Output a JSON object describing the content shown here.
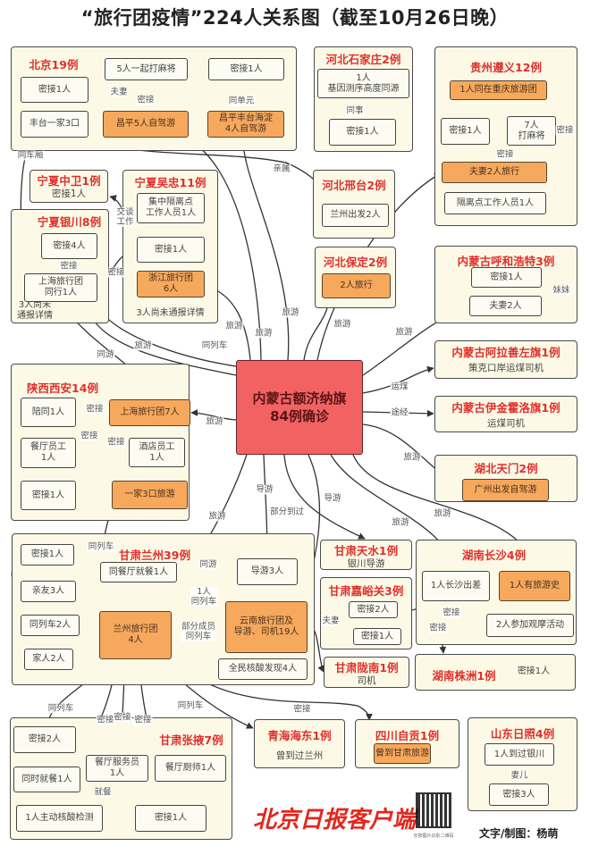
{
  "title": "“旅行团疫情”224人关系图（截至10月26日晚）",
  "center": {
    "line1": "内蒙古额济纳旗",
    "line2": "84例确诊"
  },
  "groups": [
    {
      "title": "北京19例",
      "nodes": [
        {
          "text": "5人一起打麻将"
        },
        {
          "text": "密接1人"
        },
        {
          "text": "密接1人"
        },
        {
          "text": "丰台一家3口"
        },
        {
          "text": "昌平5人自驾游",
          "orange": true
        },
        {
          "text": "昌平丰台海淀\n4人自驾游",
          "orange": true
        }
      ]
    },
    {
      "title": "宁夏中卫1例",
      "sub": "密接1人",
      "nodes": []
    },
    {
      "title": "宁夏吴忠11例",
      "notes": [
        "3人尚未通报详情"
      ],
      "nodes": [
        {
          "text": "集中隔离点\n工作人员1人"
        },
        {
          "text": "密接1人"
        },
        {
          "text": "浙江旅行团\n6人",
          "orange": true
        }
      ]
    },
    {
      "title": "宁夏银川8例",
      "notes": [
        "3人尚未\n通报详情"
      ],
      "nodes": [
        {
          "text": "密接4人"
        },
        {
          "text": "上海旅行团\n同行1人"
        }
      ]
    },
    {
      "title": "河北石家庄2例",
      "nodes": [
        {
          "text": "1人\n基因测序高度同源"
        },
        {
          "text": "密接1人"
        }
      ]
    },
    {
      "title": "河北邢台2例",
      "nodes": [
        {
          "text": "兰州出发2人"
        }
      ]
    },
    {
      "title": "河北保定2例",
      "nodes": [
        {
          "text": "2人旅行",
          "orange": true
        }
      ]
    },
    {
      "title": "贵州遵义12例",
      "nodes": [
        {
          "text": "1人同在重庆旅游团",
          "orange": true
        },
        {
          "text": "密接1人"
        },
        {
          "text": "7人\n打麻将"
        },
        {
          "text": "夫妻2人旅行",
          "orange": true
        },
        {
          "text": "隔离点工作人员1人"
        }
      ]
    },
    {
      "title": "内蒙古呼和浩特3例",
      "nodes": [
        {
          "text": "密接1人"
        },
        {
          "text": "夫妻2人"
        }
      ]
    },
    {
      "title": "内蒙古阿拉善左旗1例",
      "sub": "策克口岸运煤司机",
      "nodes": []
    },
    {
      "title": "内蒙古伊金霍洛旗1例",
      "sub": "运煤司机",
      "nodes": []
    },
    {
      "title": "湖北天门2例",
      "nodes": [
        {
          "text": "广州出发自驾游",
          "orange": true
        }
      ]
    },
    {
      "title": "陕西西安14例",
      "nodes": [
        {
          "text": "陪同1人"
        },
        {
          "text": "上海旅行团7人",
          "orange": true
        },
        {
          "text": "餐厅员工\n1人"
        },
        {
          "text": "酒店员工\n1人"
        },
        {
          "text": "密接1人"
        },
        {
          "text": "一家3口旅游",
          "orange": true
        }
      ]
    },
    {
      "title": "甘肃兰州39例",
      "nodes": [
        {
          "text": "密接1人"
        },
        {
          "text": "亲友3人"
        },
        {
          "text": "同列车2人"
        },
        {
          "text": "家人2人"
        },
        {
          "text": "同餐厅就餐1人"
        },
        {
          "text": "兰州旅行团\n4人",
          "orange": true
        },
        {
          "text": "导游3人"
        },
        {
          "text": "云南旅行团及\n导游、司机19人",
          "orange": true
        },
        {
          "text": "全民核酸发现4人"
        }
      ]
    },
    {
      "title": "甘肃天水1例",
      "sub": "银川导游",
      "nodes": []
    },
    {
      "title": "甘肃嘉峪关3例",
      "nodes": [
        {
          "text": "密接2人"
        },
        {
          "text": "密接1人"
        }
      ]
    },
    {
      "title": "甘肃陇南1例",
      "sub": "司机",
      "nodes": []
    },
    {
      "title": "湖南长沙4例",
      "nodes": [
        {
          "text": "1人长沙出差"
        },
        {
          "text": "1人有旅游史",
          "orange": true
        },
        {
          "text": "2人参加观摩活动"
        }
      ]
    },
    {
      "title": "湖南株洲1例",
      "notes": [
        "密接1人"
      ],
      "nodes": []
    },
    {
      "title": "甘肃张掖7例",
      "nodes": [
        {
          "text": "密接2人"
        },
        {
          "text": "同时就餐1人"
        },
        {
          "text": "餐厅服务员\n1人"
        },
        {
          "text": "餐厅厨师1人"
        },
        {
          "text": "1人主动核酸检测"
        },
        {
          "text": "密接1人"
        }
      ]
    },
    {
      "title": "青海海东1例",
      "sub": "曾到过兰州",
      "nodes": []
    },
    {
      "title": "四川自贡1例",
      "nodes": [
        {
          "text": "曾到甘肃旅游",
          "orange": true
        }
      ]
    },
    {
      "title": "山东日照4例",
      "nodes": [
        {
          "text": "1人到过银川"
        },
        {
          "text": "密接3人"
        }
      ]
    }
  ],
  "edge_labels": [
    "夫妻",
    "密接",
    "同单元",
    "同车厢",
    "亲属",
    "交谈\n工作",
    "密接",
    "密接",
    "旅游",
    "旅游",
    "旅游",
    "同列车",
    "旅游",
    "同游",
    "旅游",
    "旅游",
    "同事",
    "密接",
    "密接",
    "妹妹",
    "运煤",
    "途经",
    "旅游",
    "旅游",
    "密接",
    "密接",
    "密接",
    "导游",
    "部分到过",
    "导游",
    "旅游",
    "旅游",
    "旅游",
    "同列车",
    "同游",
    "1人\n同列车",
    "部分成员\n同列车",
    "夫妻",
    "密接",
    "密接",
    "同列车",
    "密接",
    "密接",
    "密接",
    "同列车",
    "密接",
    "就餐",
    "妻儿"
  ],
  "footer": {
    "brand": "北京日报客户端",
    "qr_caption": "长按图片识别二维码",
    "credit": "文字/制图：杨萌"
  },
  "colors": {
    "panel": "#fcfae6",
    "orange": "#f6a95c",
    "center": "#f26262",
    "title_red": "#e0302c"
  }
}
